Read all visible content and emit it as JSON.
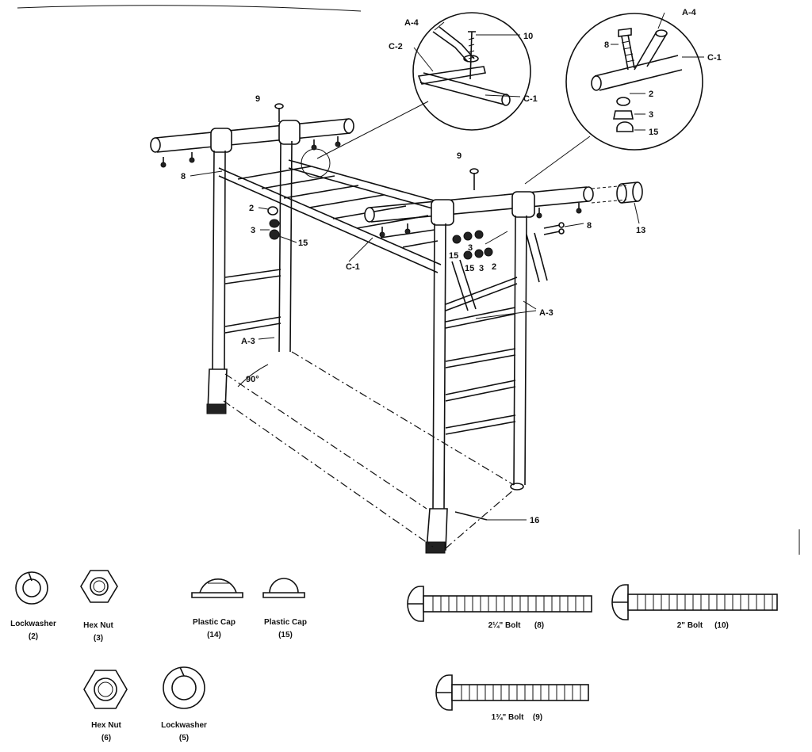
{
  "labels": {
    "A4_left": "A-4",
    "C2": "C-2",
    "bolt10": "10",
    "C1_detail_left": "C-1",
    "A4_right": "A-4",
    "bolt8_detail": "8",
    "C1_detail_right": "C-1",
    "r_lockwasher": "2",
    "r_hexnut": "3",
    "r_cap": "15",
    "bolt9_top": "9",
    "bolt8_left": "8",
    "lw2_left": "2",
    "nut3_left": "3",
    "cap15_left": "15",
    "C1_main": "C-1",
    "bolt9_mid": "9",
    "cap13": "13",
    "bolts8_right": "8",
    "small_15a": "15",
    "small_3a": "3",
    "small_15b": "15",
    "small_3b": "3",
    "small_2": "2",
    "A3_right": "A-3",
    "A3_left": "A-3",
    "angle": "90°",
    "pin16": "16"
  },
  "parts": [
    {
      "name": "Lockwasher",
      "qty": "(2)"
    },
    {
      "name": "Hex Nut",
      "qty": "(3)"
    },
    {
      "name": "Plastic Cap",
      "qty": "(14)"
    },
    {
      "name": "Plastic Cap",
      "qty": "(15)"
    },
    {
      "name": "2¼\" Bolt",
      "qty": "(8)"
    },
    {
      "name": "2\" Bolt",
      "qty": "(10)"
    },
    {
      "name": "Hex Nut",
      "qty": "(6)"
    },
    {
      "name": "Lockwasher",
      "qty": "(5)"
    },
    {
      "name": "1¾\" Bolt",
      "qty": "(9)"
    }
  ]
}
